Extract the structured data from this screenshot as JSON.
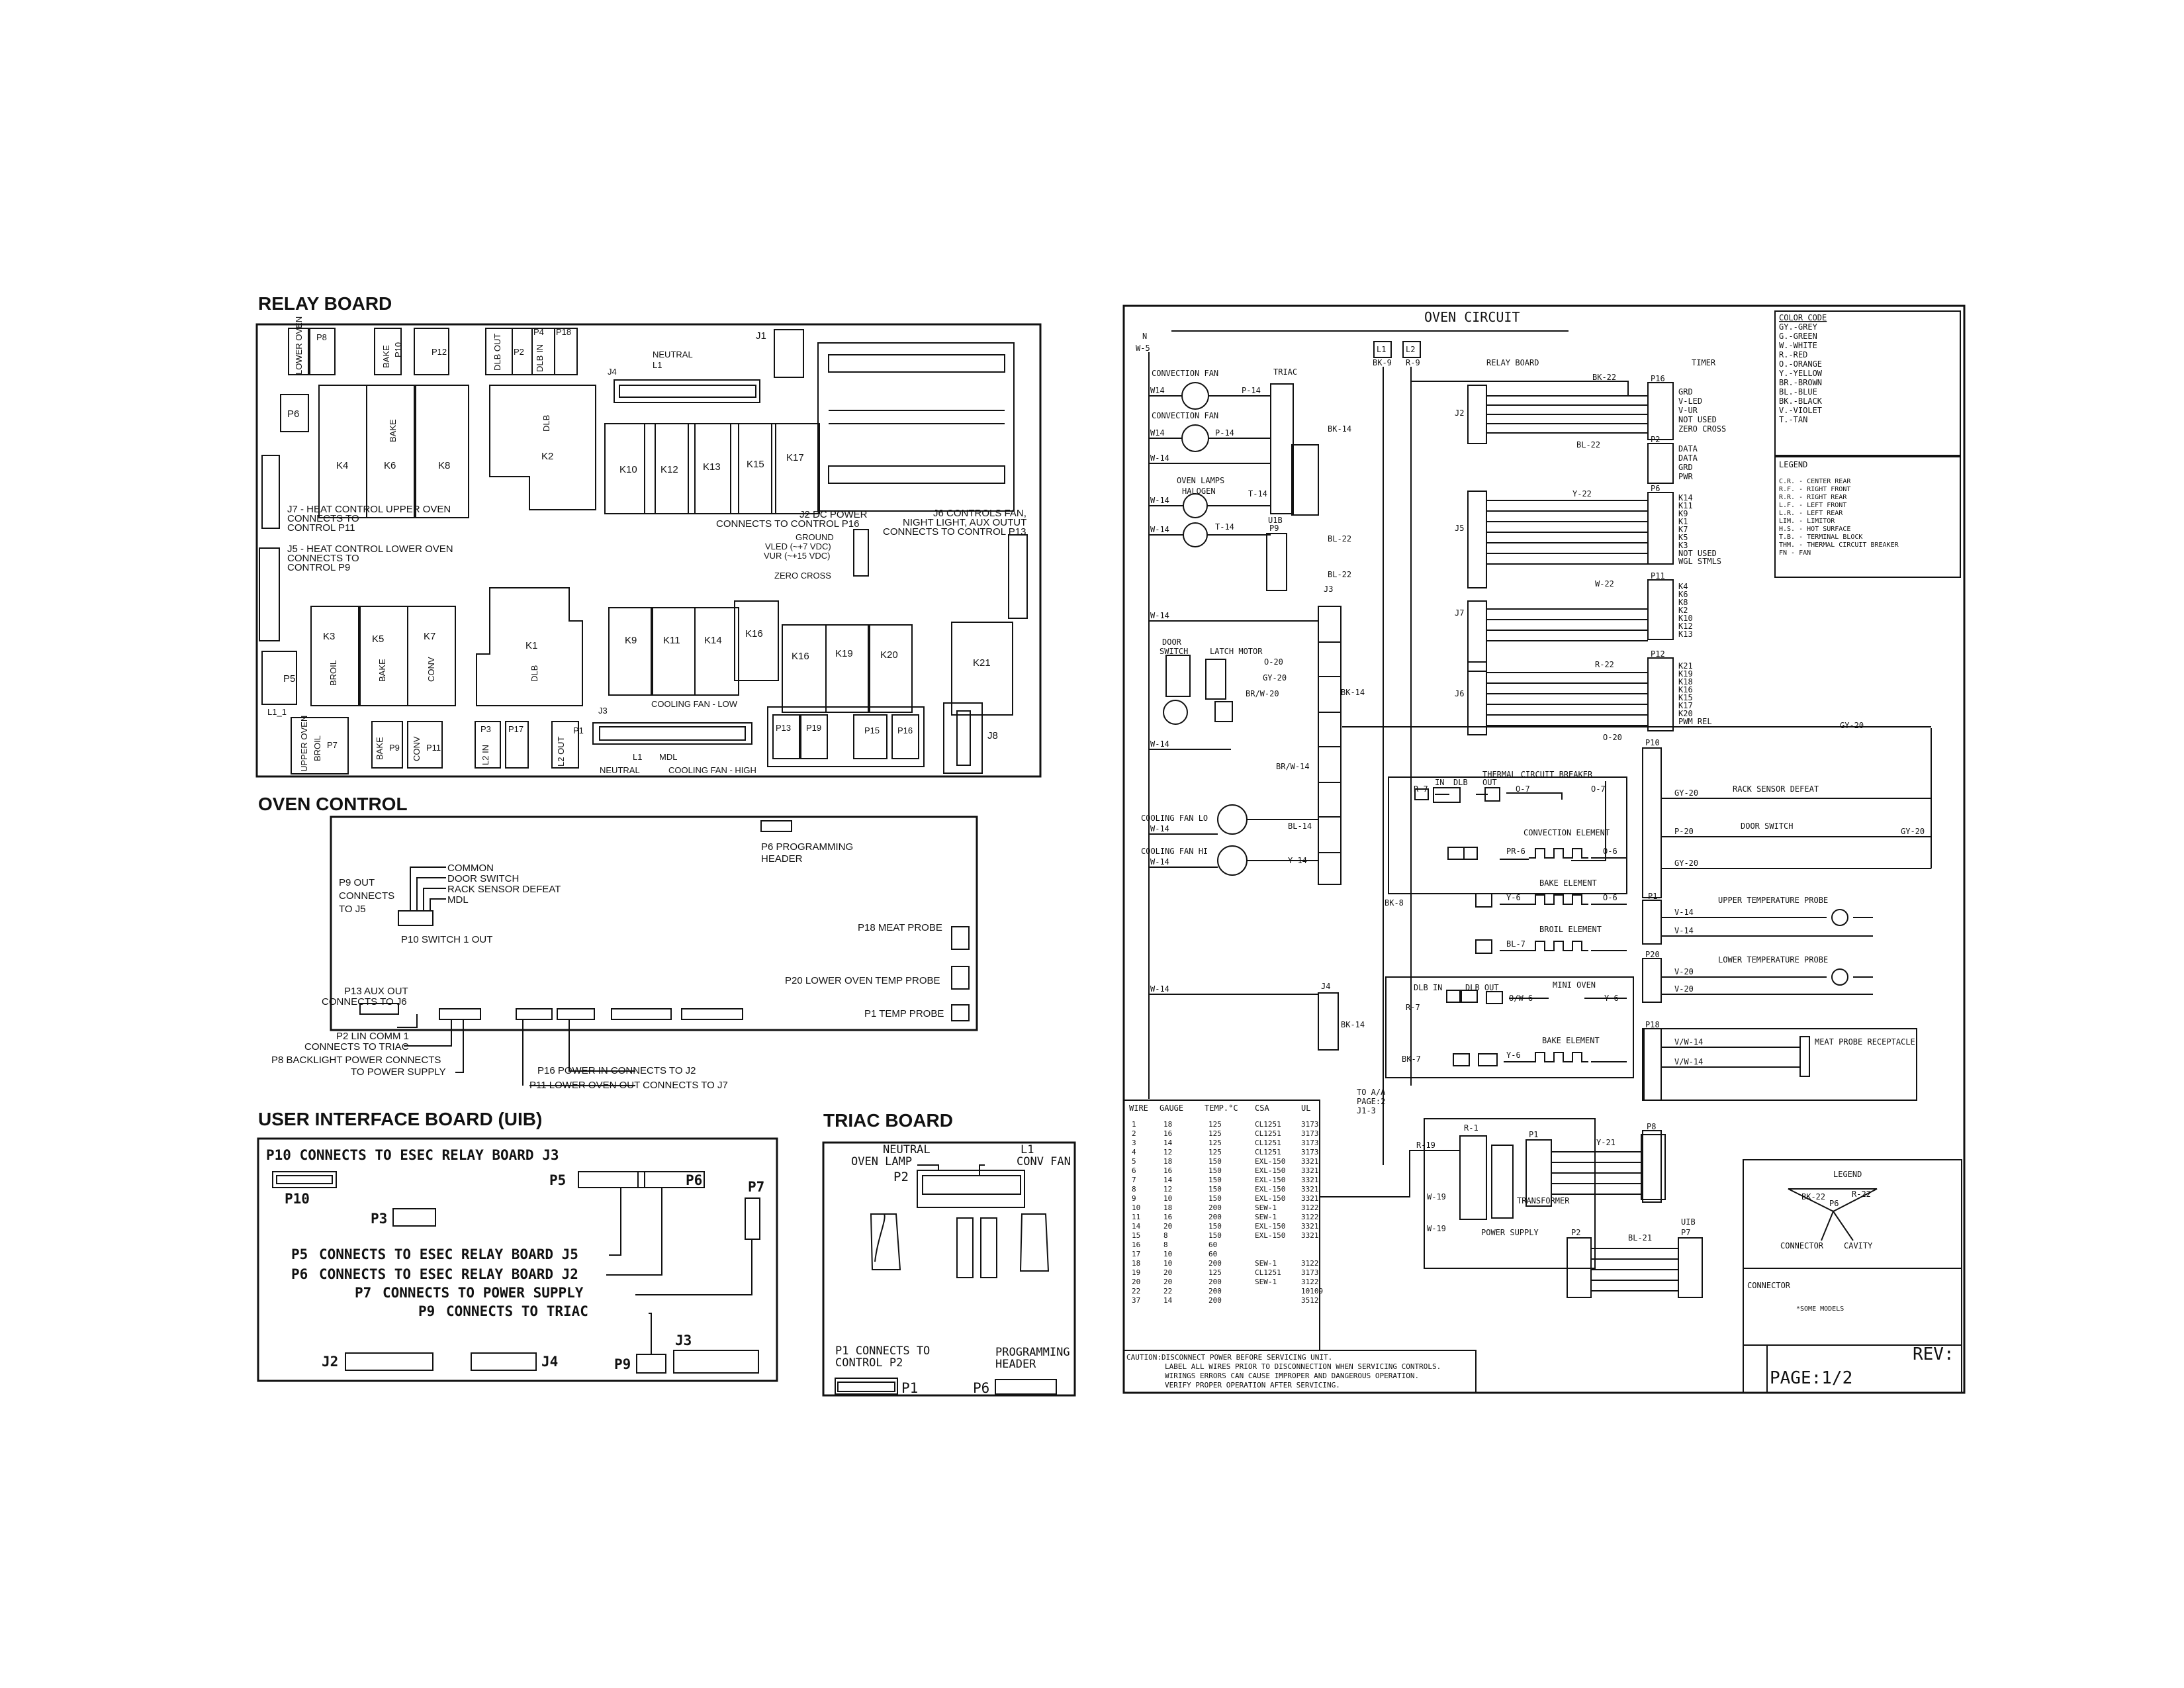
{
  "relay_board": {
    "title": "RELAY BOARD",
    "connectors_top": [
      "LOWER OVEN",
      "P8",
      "BAKE",
      "P10",
      "P12",
      "DLB OUT",
      "P2",
      "P4",
      "DLB IN",
      "P18",
      "J1"
    ],
    "relays_upper": [
      "K4",
      "K6",
      "K8",
      "K2",
      "K10",
      "K12",
      "K13",
      "K15",
      "K17"
    ],
    "relay_bake": "BAKE",
    "relay_dlb_upper": "DLB",
    "relays_lower": [
      "K3",
      "K5",
      "K7",
      "K1",
      "K9",
      "K11",
      "K14",
      "K16",
      "K16",
      "K19",
      "K20",
      "K21"
    ],
    "relay_labels_lower": [
      "BROIL",
      "BAKE",
      "CONV",
      "DLB"
    ],
    "p6": "P6",
    "p5": "P5",
    "l1_1": "L1_1",
    "j4": "J4",
    "neutral": "NEUTRAL",
    "l1": "L1",
    "j7_note": [
      "J7 - HEAT CONTROL UPPER OVEN",
      "CONNECTS TO",
      "CONTROL P11"
    ],
    "j5_note": [
      "J5 - HEAT CONTROL LOWER OVEN",
      "CONNECTS TO",
      "CONTROL P9"
    ],
    "j2_note": [
      "J2 DC POWER",
      "CONNECTS TO  CONTROL P16"
    ],
    "j2_pins": [
      "GROUND",
      "VLED (~+7 VDC)",
      "VUR (~+15 VDC)",
      "ZERO CROSS"
    ],
    "j6_note": [
      "J6 CONTROLS FAN,",
      "NIGHT LIGHT, AUX OUTUT",
      "CONNECTS TO CONTROL P13"
    ],
    "bottom_connectors": [
      "UPPER OVEN",
      "BROIL",
      "P7",
      "BAKE",
      "P9",
      "CONV",
      "P11",
      "P3",
      "L2 IN",
      "P17",
      "L2 OUT",
      "P1",
      "J3"
    ],
    "j3_labels": [
      "COOLING FAN - LOW",
      "NEUTRAL",
      "L1",
      "MDL",
      "COOLING FAN - HIGH"
    ],
    "right_connectors": [
      "P13",
      "P19",
      "P15",
      "P16",
      "J8"
    ]
  },
  "oven_control": {
    "title": "OVEN CONTROL",
    "p6": [
      "P6 PROGRAMMING",
      "HEADER"
    ],
    "p9_out": [
      "P9 OUT",
      "CONNECTS",
      "TO J5"
    ],
    "p10_pins": [
      "COMMON",
      "DOOR SWITCH",
      "RACK SENSOR DEFEAT",
      "MDL"
    ],
    "p10": "P10 SWITCH 1 OUT",
    "p18": "P18 MEAT PROBE",
    "p20": "P20 LOWER OVEN TEMP PROBE",
    "p1": "P1 TEMP PROBE",
    "p13": [
      "P13 AUX OUT",
      "CONNECTS TO J6"
    ],
    "p2": [
      "P2 LIN COMM 1",
      "CONNECTS TO TRIAC"
    ],
    "p8": [
      "P8 BACKLIGHT POWER CONNECTS",
      "TO POWER SUPPLY"
    ],
    "p16": "P16 POWER IN CONNECTS TO J2",
    "p11": "P11 LOWER OVEN OUT CONNECTS TO J7"
  },
  "uib": {
    "title": "USER INTERFACE BOARD (UIB)",
    "p10_text": "P10 CONNECTS TO ESEC RELAY BOARD J3",
    "labels": [
      "P10",
      "P3",
      "P5",
      "P6",
      "P7",
      "J2",
      "J4",
      "P9",
      "J3"
    ],
    "connects": [
      {
        "pin": "P5",
        "text": "CONNECTS TO ESEC RELAY BOARD J5"
      },
      {
        "pin": "P6",
        "text": "CONNECTS TO ESEC RELAY BOARD J2"
      },
      {
        "pin": "P7",
        "text": "CONNECTS TO POWER SUPPLY"
      },
      {
        "pin": "P9",
        "text": "CONNECTS TO TRIAC"
      }
    ]
  },
  "triac": {
    "title": "TRIAC BOARD",
    "neutral": [
      "NEUTRAL",
      "OVEN LAMP"
    ],
    "l1": [
      "L1",
      "CONV FAN"
    ],
    "p2": "P2",
    "p1_note": [
      "P1 CONNECTS TO",
      "CONTROL P2"
    ],
    "p1": "P1",
    "prog": [
      "PROGRAMMING",
      "HEADER"
    ],
    "p6": "P6"
  },
  "circuit": {
    "title": "OVEN CIRCUIT",
    "n": "N",
    "w5": "W-5",
    "l1": "L1",
    "l2": "L2",
    "bk9": "BK-9",
    "r9": "R-9",
    "relay_board": "RELAY BOARD",
    "timer": "TIMER",
    "triac": "TRIAC",
    "fan1": "CONVECTION FAN",
    "fan2": "CONVECTION FAN",
    "lamps": "OVEN LAMPS",
    "halogen": "HALOGEN",
    "door_switch": [
      "DOOR",
      "SWITCH"
    ],
    "latch_motor": "LATCH MOTOR",
    "cool_lo": "COOLING FAN LO",
    "cool_hi": "COOLING FAN HI",
    "wire_labels": [
      "W14",
      "W14",
      "W-14",
      "W-14",
      "W-14",
      "W-14",
      "W-14",
      "W-14",
      "W-14",
      "W-14",
      "P-14",
      "P-14",
      "T-14",
      "T-14",
      "BK-14",
      "BL-22",
      "BL-22",
      "BK-22",
      "BL-22",
      "Y-22",
      "W-22",
      "R-22",
      "O-20",
      "GY-20",
      "BR/W-20",
      "BR/W-14",
      "BK-14",
      "BL-14",
      "Y-14",
      "BK-14",
      "BK-8",
      "R-7",
      "R-7",
      "BK-7",
      "O-7",
      "O-7",
      "PR-6",
      "O-6",
      "Y-6",
      "O-6",
      "BL-7",
      "O/W-6",
      "Y-6",
      "Y-6",
      "R-19",
      "W-19",
      "W-19",
      "Y-21",
      "BL-21",
      "GY-20",
      "GY-20",
      "P-20",
      "GY-20",
      "GY-20",
      "V-14",
      "V-14",
      "V-20",
      "V-20",
      "V/W-14",
      "V/W-14",
      "O-20",
      "TO A/A",
      "PAGE:2",
      "J1-3"
    ],
    "p16_pins": [
      "GRD",
      "V-LED",
      "V-UR",
      "NOT USED",
      "ZERO CROSS"
    ],
    "p2_pins": [
      "DATA",
      "DATA",
      "GRD",
      "PWR"
    ],
    "p6_pins": [
      "K14",
      "K11",
      "K9",
      "K1",
      "K7",
      "K5",
      "K3",
      "NOT USED",
      "WGL STMLS"
    ],
    "p11_pins": [
      "K4",
      "K6",
      "K8",
      "K2",
      "K10",
      "K12",
      "K13"
    ],
    "p12_pins": [
      "K21",
      "K19",
      "K18",
      "K16",
      "K15",
      "K17",
      "K20",
      "PWM REL"
    ],
    "conn_names": [
      "P16",
      "P2",
      "P6",
      "P11",
      "P12",
      "J2",
      "J5",
      "J7",
      "J6",
      "J3",
      "J4",
      "P9",
      "U1B",
      "P10",
      "P1",
      "P20",
      "P18",
      "P8",
      "P7",
      "UIB",
      "P2",
      "P1",
      "R-1"
    ],
    "elements": [
      "THERMAL CIRCUIT BREAKER",
      "CONVECTION ELEMENT",
      "BAKE ELEMENT",
      "BROIL ELEMENT",
      "MINI OVEN",
      "BAKE ELEMENT"
    ],
    "dlb_in": "DLB IN",
    "dlb_out": "DLB OUT",
    "dlb": "DLB",
    "in": "IN",
    "out": "OUT",
    "rack": "RACK SENSOR DEFEAT",
    "door_sw": "DOOR SWITCH",
    "upper_probe": "UPPER TEMPERATURE PROBE",
    "lower_probe": "LOWER TEMPERATURE PROBE",
    "meat_probe": "MEAT PROBE RECEPTACLE",
    "transformer": "TRANSFORMER",
    "power_supply": "POWER SUPPLY",
    "color_code_title": "COLOR CODE",
    "color_code": [
      "GY.-GREY",
      "G.-GREEN",
      "W.-WHITE",
      "R.-RED",
      "O.-ORANGE",
      "Y.-YELLOW",
      "BR.-BROWN",
      "BL.-BLUE",
      "BK.-BLACK",
      "V.-VIOLET",
      "T.-TAN"
    ],
    "legend_title": "LEGEND",
    "legend": [
      "C.R. - CENTER REAR",
      "R.F. - RIGHT FRONT",
      "R.R. - RIGHT REAR",
      "L.F. - LEFT FRONT",
      "L.R. - LEFT REAR",
      "LIM. - LIMITOR",
      "H.S. - HOT SURFACE",
      "T.B. - TERMINAL BLOCK",
      "THM. - THERMAL CIRCUIT BREAKER",
      "FN - FAN"
    ],
    "legend2_title": "LEGEND",
    "legend2": [
      "BK-22",
      "R-22",
      "P6",
      "CONNECTOR",
      "CAVITY"
    ],
    "connector_title": "CONNECTOR",
    "some_models": "*SOME MODELS",
    "rev": "REV:",
    "page": "PAGE:1/2",
    "table_head": [
      "WIRE",
      "GAUGE",
      "TEMP.°C",
      "CSA",
      "UL"
    ],
    "table_rows": [
      [
        "1",
        "18",
        "125",
        "CL1251",
        "3173"
      ],
      [
        "2",
        "16",
        "125",
        "CL1251",
        "3173"
      ],
      [
        "3",
        "14",
        "125",
        "CL1251",
        "3173"
      ],
      [
        "4",
        "12",
        "125",
        "CL1251",
        "3173"
      ],
      [
        "5",
        "18",
        "150",
        "EXL-150",
        "3321"
      ],
      [
        "6",
        "16",
        "150",
        "EXL-150",
        "3321"
      ],
      [
        "7",
        "14",
        "150",
        "EXL-150",
        "3321"
      ],
      [
        "8",
        "12",
        "150",
        "EXL-150",
        "3321"
      ],
      [
        "9",
        "10",
        "150",
        "EXL-150",
        "3321"
      ],
      [
        "10",
        "18",
        "200",
        "SEW-1",
        "3122"
      ],
      [
        "11",
        "16",
        "200",
        "SEW-1",
        "3122"
      ],
      [
        "14",
        "20",
        "150",
        "EXL-150",
        "3321"
      ],
      [
        "15",
        "8",
        "150",
        "EXL-150",
        "3321"
      ],
      [
        "16",
        "8",
        "60",
        "",
        ""
      ],
      [
        "17",
        "10",
        "60",
        "",
        ""
      ],
      [
        "18",
        "10",
        "200",
        "SEW-1",
        "3122"
      ],
      [
        "19",
        "20",
        "125",
        "CL1251",
        "3173"
      ],
      [
        "20",
        "20",
        "200",
        "SEW-1",
        "3122"
      ],
      [
        "22",
        "22",
        "200",
        "",
        "10109"
      ],
      [
        "37",
        "14",
        "200",
        "",
        "3512"
      ]
    ],
    "caution": [
      "CAUTION:DISCONNECT POWER BEFORE SERVICING UNIT.",
      "LABEL ALL WIRES PRIOR TO DISCONNECTION WHEN SERVICING CONTROLS.",
      "WIRINGS ERRORS CAN CAUSE IMPROPER AND DANGEROUS OPERATION.",
      "VERIFY PROPER OPERATION AFTER SERVICING."
    ]
  }
}
